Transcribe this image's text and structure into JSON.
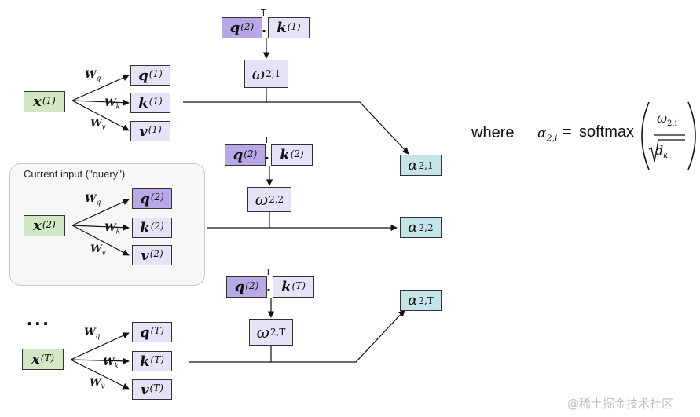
{
  "query_panel": {
    "label": "Current input (\"query\")"
  },
  "ellipsis": "...",
  "rows": [
    {
      "x": {
        "base": "x",
        "sup": "(1)"
      },
      "q": {
        "base": "q",
        "sup": "(1)"
      },
      "k": {
        "base": "k",
        "sup": "(1)"
      },
      "v": {
        "base": "v",
        "sup": "(1)"
      },
      "dot_q": {
        "base": "q",
        "sup": "(2)"
      },
      "dot_k": {
        "base": "k",
        "sup": "(1)"
      },
      "omega": {
        "base": "ω",
        "sub": "2,1"
      },
      "alpha": {
        "base": "α",
        "sub": "2,1"
      }
    },
    {
      "x": {
        "base": "x",
        "sup": "(2)"
      },
      "q": {
        "base": "q",
        "sup": "(2)"
      },
      "k": {
        "base": "k",
        "sup": "(2)"
      },
      "v": {
        "base": "v",
        "sup": "(2)"
      },
      "dot_q": {
        "base": "q",
        "sup": "(2)"
      },
      "dot_k": {
        "base": "k",
        "sup": "(2)"
      },
      "omega": {
        "base": "ω",
        "sub": "2,2"
      },
      "alpha": {
        "base": "α",
        "sub": "2,2"
      }
    },
    {
      "x": {
        "base": "x",
        "sup": "(T)"
      },
      "q": {
        "base": "q",
        "sup": "(T)"
      },
      "k": {
        "base": "k",
        "sup": "(T)"
      },
      "v": {
        "base": "v",
        "sup": "(T)"
      },
      "dot_q": {
        "base": "q",
        "sup": "(2)"
      },
      "dot_k": {
        "base": "k",
        "sup": "(T)"
      },
      "omega": {
        "base": "ω",
        "sub": "2,T"
      },
      "alpha": {
        "base": "α",
        "sub": "2,T"
      }
    }
  ],
  "weights": {
    "q": {
      "base": "W",
      "sub": "q"
    },
    "k": {
      "base": "W",
      "sub": "k"
    },
    "v": {
      "base": "W",
      "sub": "v"
    }
  },
  "transpose_symbol": "T",
  "dot_symbol": ".",
  "formula": {
    "where": "where",
    "alpha": {
      "base": "α",
      "sub": "2,i"
    },
    "equals": "=",
    "func": "softmax",
    "numerator": {
      "base": "ω",
      "sub": "2,i"
    },
    "denominator": {
      "base": "d",
      "sub": "k"
    }
  },
  "watermark": "@稀土掘金技术社区",
  "colors": {
    "input_green": "#d2e8c4",
    "qkv_lavender": "#e6e2f7",
    "query_purple": "#b9a7e6",
    "alpha_cyan": "#c4e4ea",
    "panel_gray": "#f7f7f7"
  }
}
